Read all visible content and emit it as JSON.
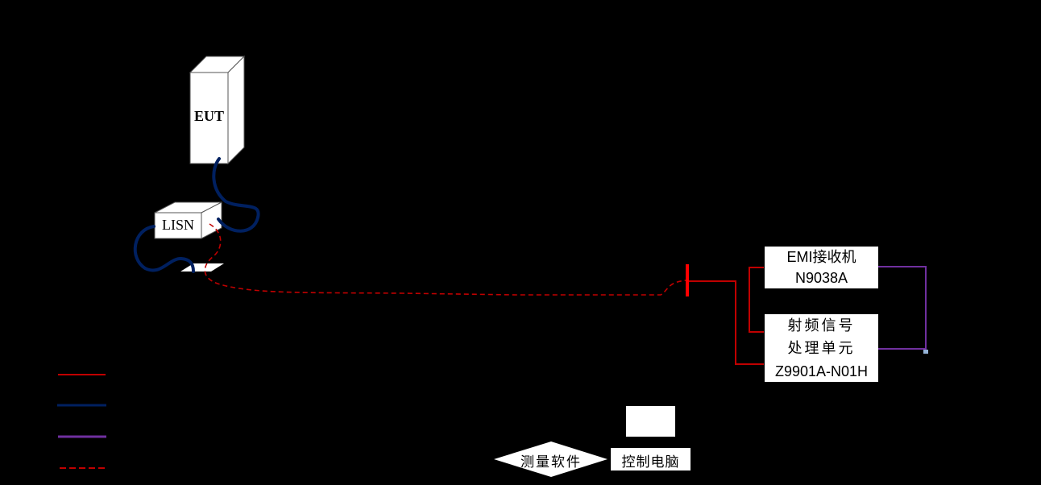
{
  "diagram": {
    "background": "#000000",
    "colors": {
      "rf_cable": "#c00000",
      "power_cable": "#002060",
      "control_cable": "#7030a0",
      "dashed_cable": "#c00000",
      "box_fill": "#ffffff"
    },
    "nodes": {
      "eut": {
        "label": "EUT"
      },
      "lisn": {
        "label": "LISN"
      },
      "emi_receiver": {
        "line1": "EMI接收机",
        "line2": "N9038A"
      },
      "rf_unit": {
        "line1": "射频信号",
        "line2": "处理单元",
        "line3": "Z9901A-N01H"
      },
      "software": {
        "label": "测量软件"
      },
      "computer": {
        "label": "控制电脑"
      }
    },
    "legend": [
      {
        "style": "solid",
        "color": "#c00000",
        "label": ""
      },
      {
        "style": "solid",
        "color": "#002060",
        "label": ""
      },
      {
        "style": "solid",
        "color": "#7030a0",
        "label": ""
      },
      {
        "style": "dashed",
        "color": "#c00000",
        "label": ""
      }
    ]
  }
}
